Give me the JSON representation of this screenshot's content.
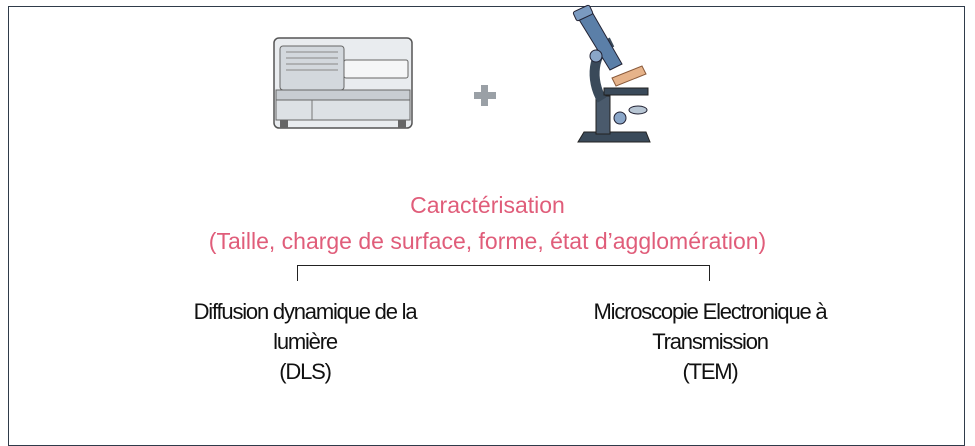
{
  "title": "Caractérisation",
  "subtitle": "(Taille, charge de surface, forme, état d’agglomération)",
  "plus_symbol": "+",
  "left": {
    "line1": "Diffusion dynamique de la",
    "line2": "lumière",
    "line3": "(DLS)"
  },
  "right": {
    "line1": "Microscopie Electronique à",
    "line2": "Transmission",
    "line3": "(TEM)"
  },
  "colors": {
    "accent": "#e05d7a",
    "frame": "#2f3b4a",
    "plus": "#9aa0a6"
  }
}
